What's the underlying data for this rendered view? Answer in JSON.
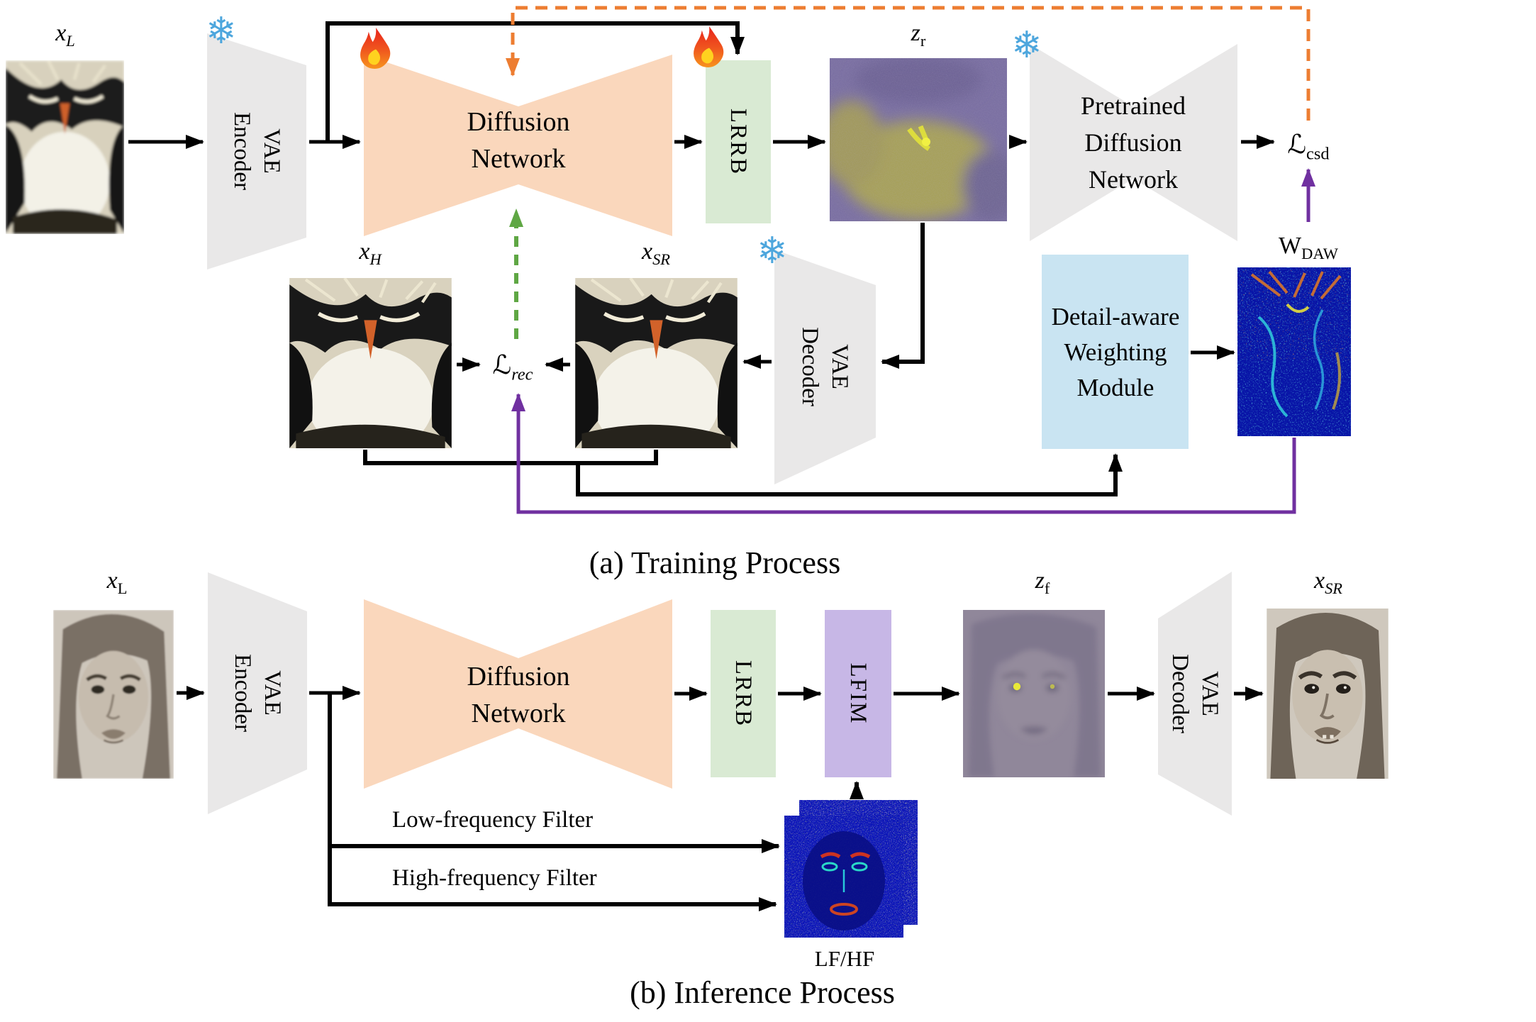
{
  "figure": {
    "caption_a": "(a) Training Process",
    "caption_b": "(b) Inference Process"
  },
  "training": {
    "x_l": {
      "base": "x",
      "sub": "L"
    },
    "vae_encoder": {
      "line1": "VAE",
      "line2": "Encoder"
    },
    "diffusion_network": {
      "line1": "Diffusion",
      "line2": "Network"
    },
    "lrrb": "LRRB",
    "z_r": {
      "base": "z",
      "sub": "r"
    },
    "pretrained": {
      "line1": "Pretrained",
      "line2": "Diffusion",
      "line3": "Network"
    },
    "l_csd": {
      "base": "ℒ",
      "sub": "csd"
    },
    "w_daw": {
      "base": "W",
      "sub": "DAW"
    },
    "daw_module": {
      "line1": "Detail-aware",
      "line2": "Weighting",
      "line3": "Module"
    },
    "x_h": {
      "base": "x",
      "sub": "H"
    },
    "x_sr": {
      "base": "x",
      "sub": "SR"
    },
    "l_rec": {
      "base": "ℒ",
      "sub": "rec"
    },
    "vae_decoder": {
      "line1": "VAE",
      "line2": "Decoder"
    }
  },
  "inference": {
    "x_l": {
      "base": "x",
      "sub": "L"
    },
    "vae_encoder": {
      "line1": "VAE",
      "line2": "Encoder"
    },
    "diffusion_network": {
      "line1": "Diffusion",
      "line2": "Network"
    },
    "lrrb": "LRRB",
    "lfim": "LFIM",
    "z_f": {
      "base": "z",
      "sub": "f"
    },
    "vae_decoder": {
      "line1": "VAE",
      "line2": "Decoder"
    },
    "x_sr": {
      "base": "x",
      "sub": "SR"
    },
    "low_freq_filter": "Low-frequency Filter",
    "high_freq_filter": "High-frequency Filter",
    "lf_hf": "LF/HF"
  },
  "icons": {
    "snowflake_glyph": "❄",
    "snowflake_meaning": "frozen weights",
    "fire_meaning": "trainable weights"
  },
  "colors": {
    "peach": "#FAD7BC",
    "grayshape": "#E9E8E8",
    "greenbox": "#D9EAD3",
    "lavenderbox": "#C7B7E6",
    "bluebox": "#C9E4F2",
    "dashorange": "#ED7D31",
    "dashgreen": "#5FA744",
    "purple": "#7030A0",
    "snowflake": "#4DA6DD",
    "wire": "#000000"
  }
}
